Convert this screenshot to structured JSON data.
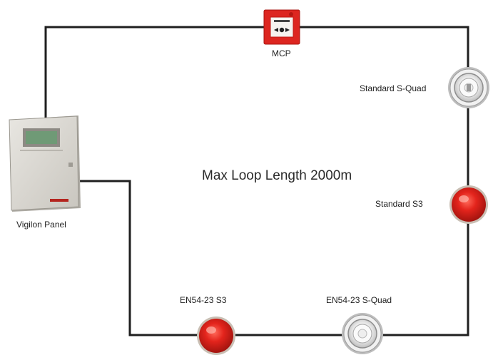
{
  "diagram": {
    "title": "Max Loop Length 2000m",
    "devices": {
      "mcp": {
        "label": "MCP"
      },
      "panel": {
        "label": "Vigilon Panel"
      },
      "standard_squad": {
        "label": "Standard S-Quad"
      },
      "standard_s3": {
        "label": "Standard S3"
      },
      "en54_s3": {
        "label": "EN54-23 S3"
      },
      "en54_squad": {
        "label": "EN54-23 S-Quad"
      }
    }
  },
  "colors": {
    "loop_wire": "#1f1f1f",
    "sounder_red": "#e0231c",
    "mcp_red": "#dd2620",
    "panel_body": "#dcd9d3",
    "lcd": "#6f9a76"
  }
}
